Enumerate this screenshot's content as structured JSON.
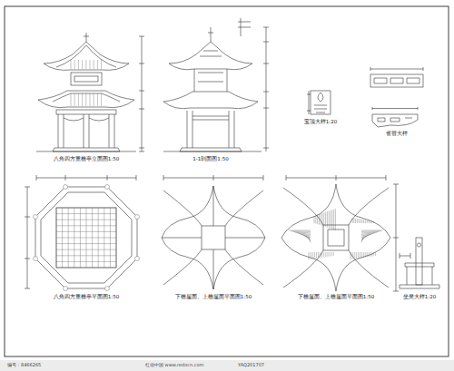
{
  "diagram": {
    "labels": [
      "八角四方重檐亭立面图1:50",
      "1-1剖面图1:50",
      "宝顶大样1:20",
      "雀替大样",
      "八角四方重檐亭平面图1:50",
      "下檐屋面、上檐屋面平面图1:50",
      "下檐屋面、上檐屋面平面图1:50",
      "坐凳大样1:20",
      "编号：8466265",
      "红动中国 www.redocn.com",
      "YAQ201707"
    ]
  }
}
